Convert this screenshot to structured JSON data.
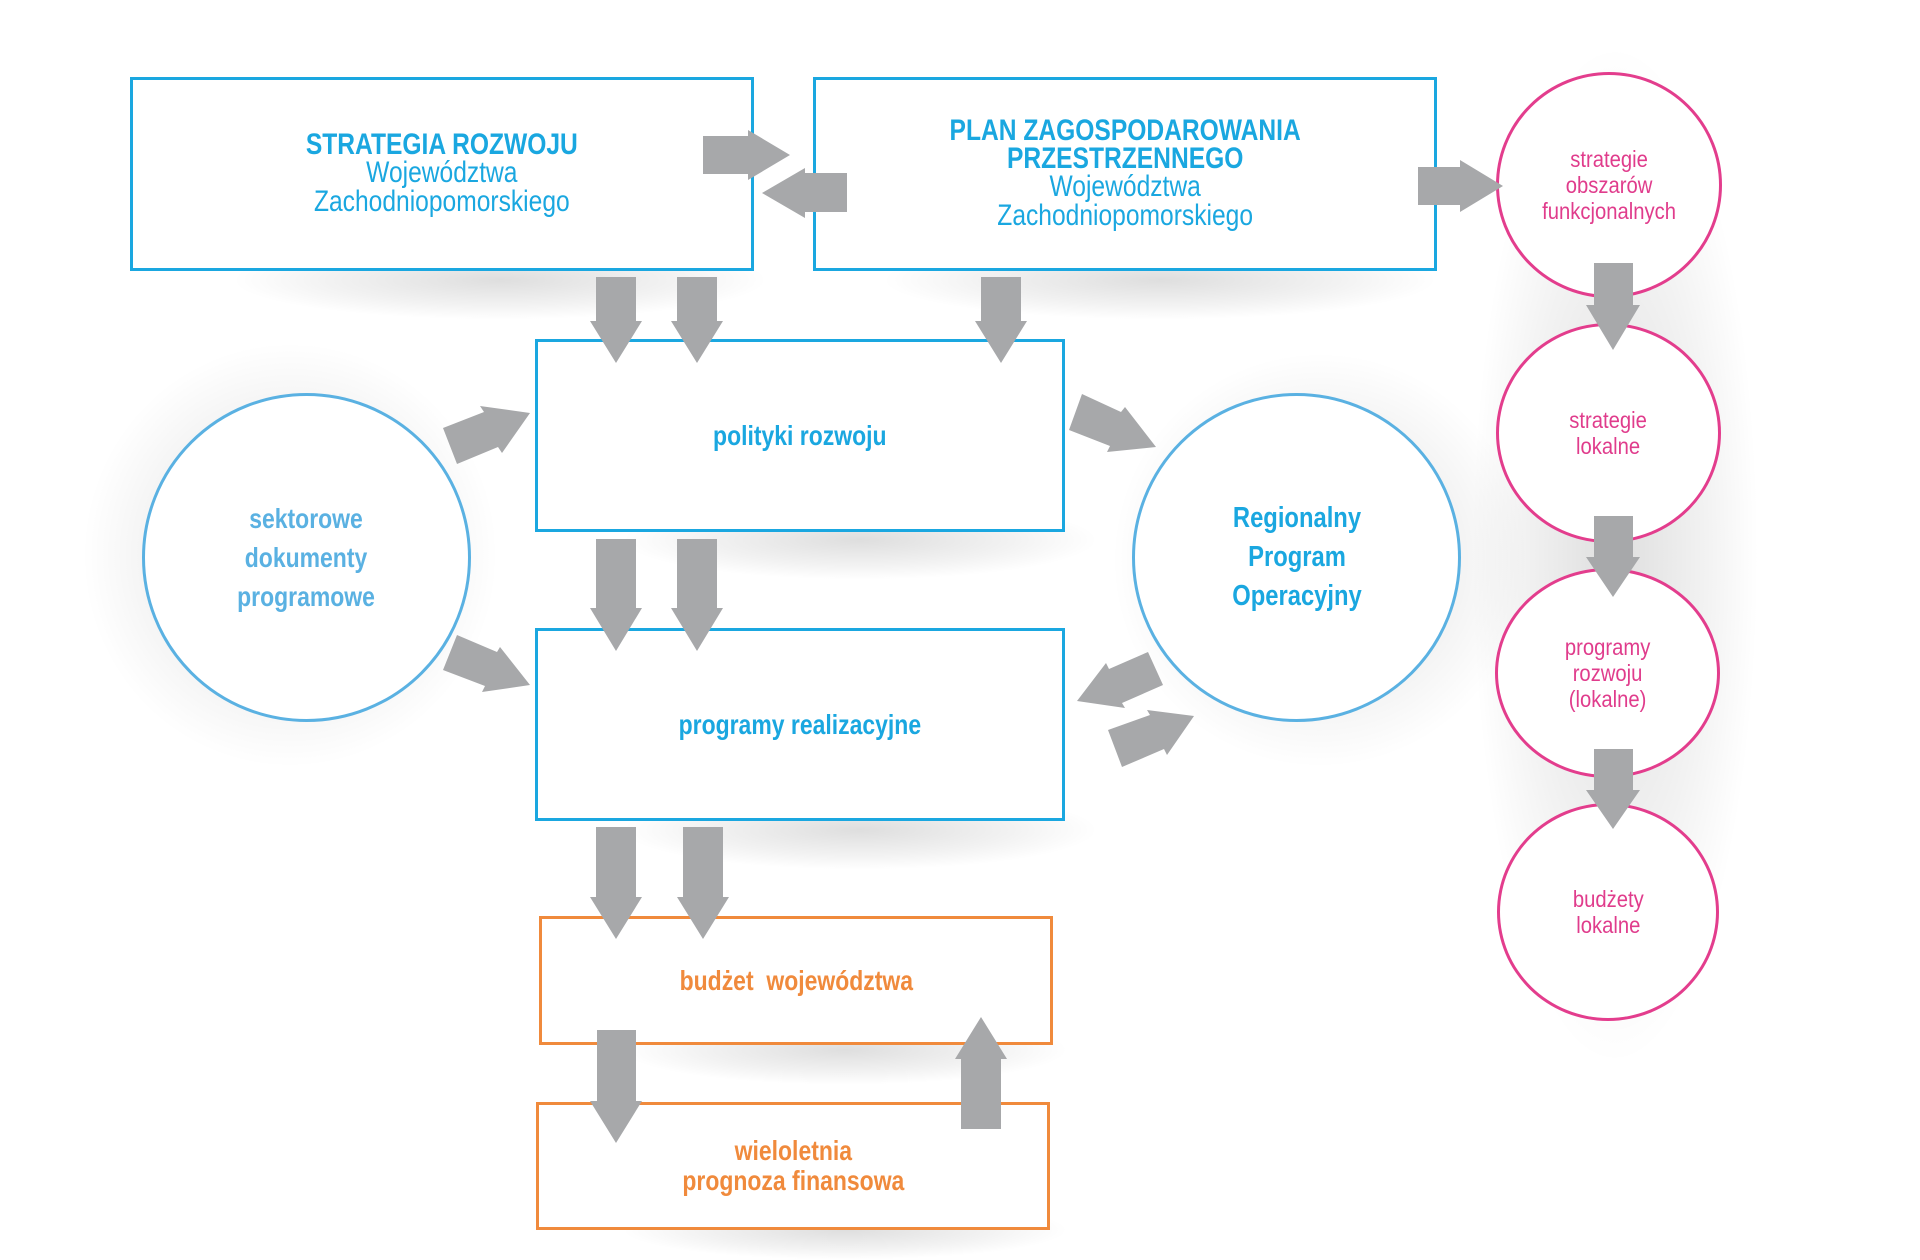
{
  "colors": {
    "primary_blue": "#1aa7e0",
    "circle_blue": "#5ab1e2",
    "pink": "#e03c8c",
    "orange": "#f08a3c",
    "arrow_gray": "#a7a8aa"
  },
  "nodes": {
    "strategia": {
      "title": "STRATEGIA ROZWOJU",
      "subtitle_line1": "Województwa",
      "subtitle_line2": "Zachodniopomorskiego"
    },
    "plan": {
      "title_line1": "PLAN ZAGOSPODAROWANIA",
      "title_line2": "PRZESTRZENNEGO",
      "subtitle_line1": "Województwa",
      "subtitle_line2": "Zachodniopomorskiego"
    },
    "polityki": {
      "label": "polityki rozwoju"
    },
    "programy_realizacyjne": {
      "label": "programy realizacyjne"
    },
    "sektorowe": {
      "lines": [
        "sektorowe",
        "dokumenty",
        "programowe"
      ]
    },
    "rpo": {
      "lines": [
        "Regionalny",
        "Program",
        "Operacyjny"
      ]
    },
    "budzet": {
      "label": "budżet  województwa"
    },
    "wpf": {
      "lines": [
        "wieloletnia",
        "prognoza finansowa"
      ]
    },
    "strategie_obszarow": {
      "lines": [
        "strategie",
        "obszarów",
        "funkcjonalnych"
      ]
    },
    "strategie_lokalne": {
      "lines": [
        "strategie",
        "lokalne"
      ]
    },
    "programy_rozwoju": {
      "lines": [
        "programy",
        "rozwoju",
        "(lokalne)"
      ]
    },
    "budzety_lokalne": {
      "lines": [
        "budżety",
        "lokalne"
      ]
    }
  },
  "connections": [
    {
      "from": "strategia",
      "to": "plan"
    },
    {
      "from": "plan",
      "to": "strategia"
    },
    {
      "from": "plan",
      "to": "strategie_obszarow"
    },
    {
      "from": "strategia",
      "to": "polityki",
      "count": 2
    },
    {
      "from": "plan",
      "to": "polityki"
    },
    {
      "from": "sektorowe",
      "to": "polityki"
    },
    {
      "from": "sektorowe",
      "to": "programy_realizacyjne"
    },
    {
      "from": "polityki",
      "to": "programy_realizacyjne",
      "count": 2
    },
    {
      "from": "polityki",
      "to": "rpo"
    },
    {
      "from": "rpo",
      "to": "programy_realizacyjne"
    },
    {
      "from": "programy_realizacyjne",
      "to": "rpo"
    },
    {
      "from": "programy_realizacyjne",
      "to": "budzet",
      "count": 2
    },
    {
      "from": "budzet",
      "to": "wpf"
    },
    {
      "from": "wpf",
      "to": "budzet"
    },
    {
      "from": "strategie_obszarow",
      "to": "strategie_lokalne"
    },
    {
      "from": "strategie_lokalne",
      "to": "programy_rozwoju"
    },
    {
      "from": "programy_rozwoju",
      "to": "budzety_lokalne"
    }
  ]
}
